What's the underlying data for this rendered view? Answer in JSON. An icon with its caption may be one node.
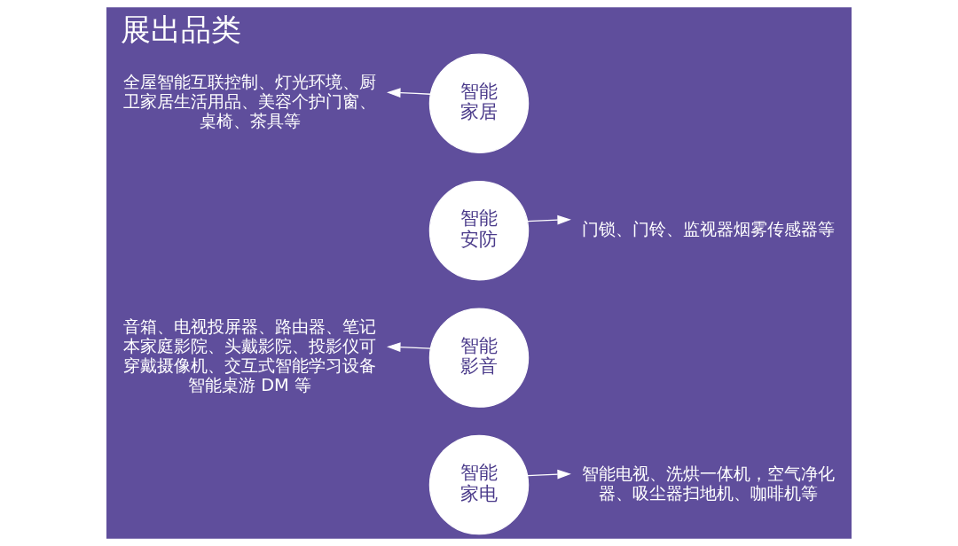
{
  "diagram": {
    "title": "展出品类",
    "nodes": [
      {
        "text": [
          "全屋智能互联控制、灯光环境、厨卫家居生活用品、美容个护门窗、桌椅、茶具等"
        ]
      },
      {
        "text": [
          "智能家居"
        ]
      },
      {
        "text": [
          "智能安防"
        ]
      },
      {
        "text": [
          "门锁、门铃、监视器烟雾传感器等"
        ]
      },
      {
        "text": [
          "音箱、电视投屏器、路由器、笔记本家庭影院、头戴影院、投影仪可穿戴摄像机、交互式智能学习设备智能桌游 DM 等"
        ]
      },
      {
        "text": [
          "智能影音"
        ]
      },
      {
        "text": [
          "智能家电"
        ]
      },
      {
        "text": [
          "智能电视、洗烘一体机，空气净化器、吸尘器扫地机、咖啡机等"
        ]
      }
    ],
    "edges": [
      {
        "from": 1,
        "to": 0,
        "arrow": "to"
      },
      {
        "from": 2,
        "to": 3,
        "arrow": "to"
      },
      {
        "from": 5,
        "to": 4,
        "arrow": "to"
      },
      {
        "from": 6,
        "to": 7,
        "arrow": "to"
      }
    ]
  }
}
